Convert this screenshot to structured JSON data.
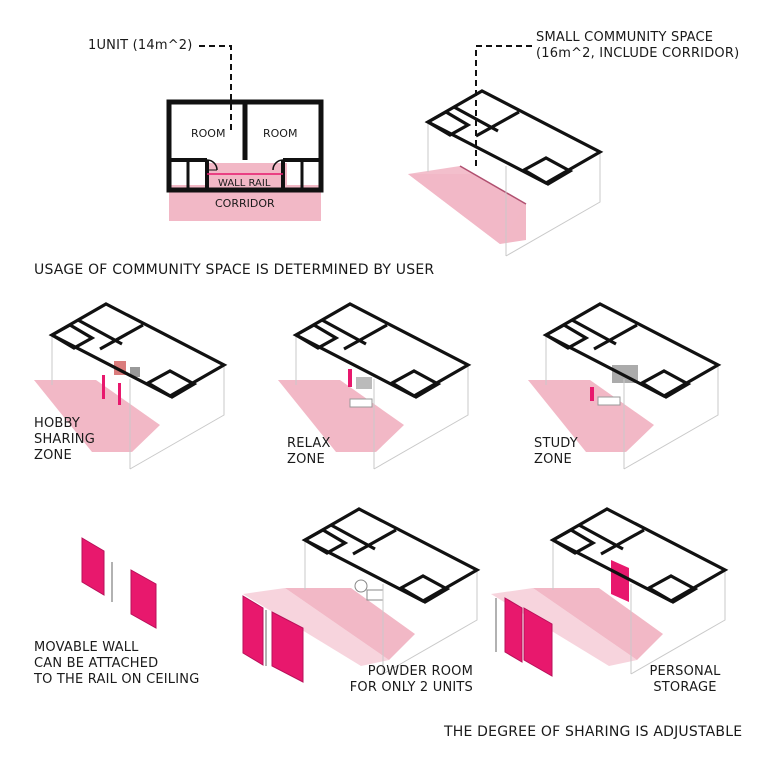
{
  "colors": {
    "floor": "#f2b8c6",
    "wall": "#e8186d",
    "line": "#111111",
    "thin": "#bdbdbd"
  },
  "labels": {
    "unit": "1UNIT (14m^2)",
    "small_space": "SMALL COMMUNITY SPACE\n(16m^2, INCLUDE CORRIDOR)",
    "room_left": "ROOM",
    "room_right": "ROOM",
    "wall_rail": "WALL RAIL",
    "corridor": "CORRIDOR",
    "usage_heading": "USAGE OF COMMUNITY SPACE IS DETERMINED BY USER",
    "hobby": "HOBBY\nSHARING\nZONE",
    "relax": "RELAX\nZONE",
    "study": "STUDY\nZONE",
    "movable": "MOVABLE WALL\nCAN BE ATTACHED\nTO THE RAIL ON CEILING",
    "powder": "POWDER ROOM\nFOR ONLY 2 UNITS",
    "storage": "PERSONAL\nSTORAGE",
    "sharing_footer": "THE DEGREE OF SHARING IS ADJUSTABLE"
  }
}
